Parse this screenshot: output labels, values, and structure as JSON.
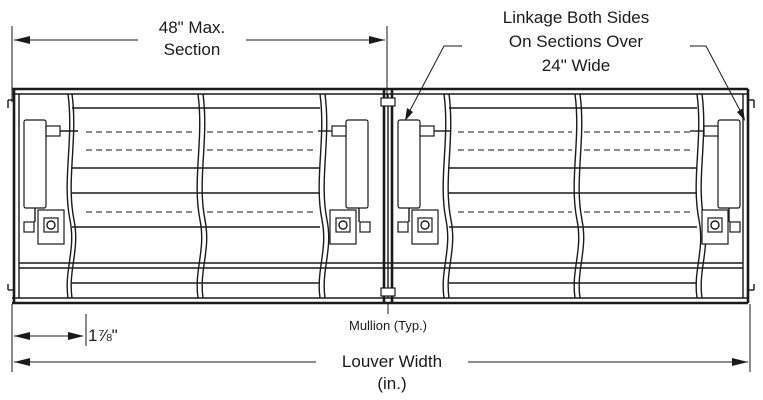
{
  "labels": {
    "max_section_line1": "48\" Max.",
    "max_section_line2": "Section",
    "linkage_line1": "Linkage Both Sides",
    "linkage_line2": "On Sections Over",
    "linkage_line3": "24\" Wide",
    "offset": "1⅞\"",
    "mullion": "Mullion (Typ.)",
    "louver_width_line1": "Louver Width",
    "louver_width_line2": "(in.)"
  },
  "colors": {
    "line": "#1a1a1a",
    "background": "#ffffff"
  }
}
